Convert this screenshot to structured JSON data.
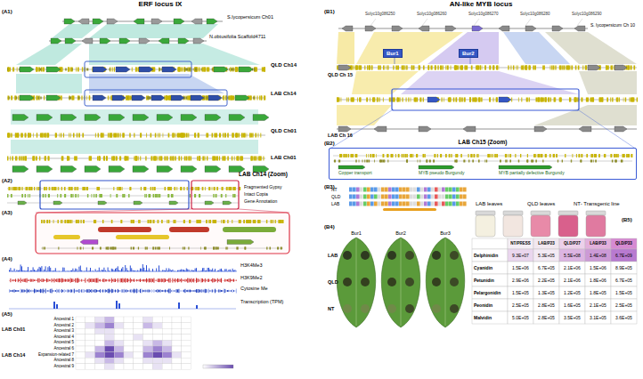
{
  "diagram": {
    "nodes": [
      {
        "text": [
          "Bur1"
        ]
      },
      {
        "text": [
          "Bur2"
        ]
      },
      {
        "text": [
          "LAB Ch15 (Zoom)"
        ]
      }
    ],
    "labels": [
      "ERF locus IX",
      "AN-like MYB locus",
      "(A1)",
      "S.lycopersicum Ch01",
      "N.obtusifolia Scaffold4711",
      "QLD Ch14",
      "LAB Ch14",
      "QLD Ch01",
      "LAB Ch01",
      "LAB Ch14 (Zoom)",
      "(A2)",
      "Fragmented Gypsy",
      "Intact Copia",
      "Gene Annotation",
      "(A3)",
      "(A4)",
      "H3K4Me3",
      "H3K9Me2",
      "Cytosine Me",
      "Transcription (TPM)",
      "(A5)",
      "LAB Ch01",
      "LAB Ch14",
      "Ancestral 1",
      "Ancestral 2",
      "Ancestral 3",
      "Ancestral 4",
      "Ancestral 5",
      "Ancestral 6",
      "Expansion-related 7",
      "Ancestral 8",
      "Ancestral 9",
      "(B1)",
      "S. lycopersicum Ch 10",
      "QLD Ch 15",
      "LAB Ch 16",
      "Solyc10g086250",
      "Solyc10g086260",
      "Solyc10g086270",
      "Solyc10g086280",
      "Solyc10g086290",
      "(B2)",
      "Copper transport",
      "MYB pseudo Burgundy",
      "MYB partially defective Burgundy",
      "(B3)",
      "NT",
      "QLD",
      "LAB",
      "LAB leaves",
      "QLD leaves",
      "NT- Transgenic line",
      "(B4)",
      "Bur1",
      "Bur2",
      "Bur3",
      "LAB",
      "QLD",
      "NT",
      "(B5)",
      "NT/PRESS",
      "LAB/P23",
      "QLD/P27",
      "LAB/P33",
      "QLD/P33",
      "Delphinidin",
      "9.3E+07",
      "5.3E+05",
      "5.5E+08",
      "1.4E+08",
      "6.7E+09",
      "Cyanidin",
      "1.5E+06",
      "6.7E+05",
      "2.1E+06",
      "1.5E+06",
      "8.9E+05",
      "Petunidin",
      "2.9E+06",
      "2.2E+05",
      "2.1E+06",
      "1.8E+06",
      "6.7E+05",
      "Pelargonidin",
      "1.5E+05",
      "1.3E+05",
      "1.2E+05",
      "1.8E+05",
      "1.5E+05",
      "Peonidin",
      "2.5E+05",
      "2.8E+05",
      "1.6E+05",
      "2.1E+05",
      "2.5E+05",
      "Malvidin",
      "5.0E+05",
      "2.8E+05",
      "3.5E+05",
      "3.1E+05",
      "3.6E+05"
    ]
  }
}
